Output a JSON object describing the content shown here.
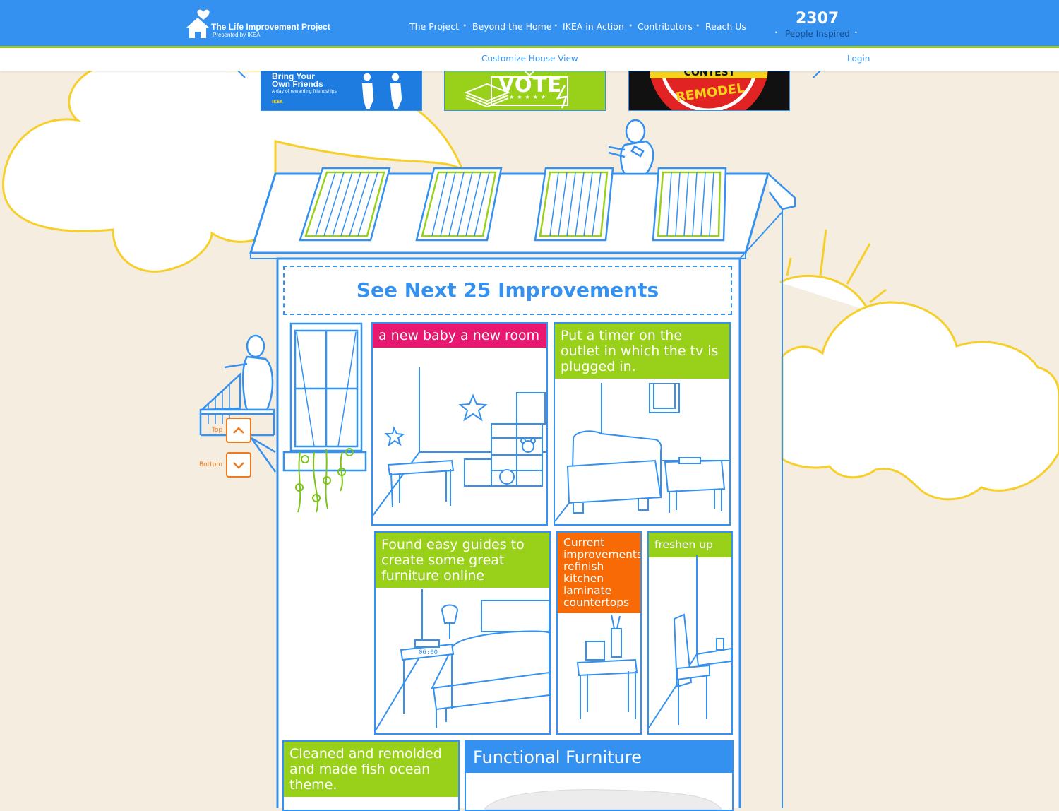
{
  "header": {
    "logo_title": "The Life Improvement Project",
    "logo_subtitle": "Presented by IKEA",
    "nav": [
      "The Project",
      "Beyond the Home",
      "IKEA in Action",
      "Contributors",
      "Reach Us"
    ],
    "counter_value": "2307",
    "counter_label": "People Inspired"
  },
  "subbar": {
    "customize": "Customize House View",
    "login": "Login"
  },
  "banners": {
    "friends_title": "Bring Your Own Friends",
    "friends_sub": "A day of rewarding friendships",
    "friends_brand": "IKEA",
    "vote": "VOTE",
    "contest_top": "CONTEST",
    "contest_bottom": "REMODEL"
  },
  "house": {
    "next_improvements": "See Next 25 Improvements",
    "scroll_top_label": "Top",
    "scroll_bottom_label": "Bottom",
    "clock": "06:00"
  },
  "rooms": [
    {
      "caption": "a new baby a new room",
      "color": "#e8176f"
    },
    {
      "caption": "Put a timer on the outlet in which the tv is plugged in.",
      "color": "#99d11a"
    },
    {
      "caption": "Found easy guides to create some great furniture online",
      "color": "#99d11a"
    },
    {
      "caption": "Current improvements refinish kitchen laminate countertops",
      "color": "#f76a05"
    },
    {
      "caption": "freshen up",
      "color": "#99d11a"
    },
    {
      "caption": "Cleaned and remolded and made fish ocean theme.",
      "color": "#99d11a"
    },
    {
      "caption": "Functional Furniture",
      "color": "#3591f0"
    }
  ],
  "colors": {
    "brand_blue": "#3591f0",
    "accent_green": "#99d11a",
    "background": "#f4ede0",
    "cloud_yellow": "#f7cf2b"
  }
}
